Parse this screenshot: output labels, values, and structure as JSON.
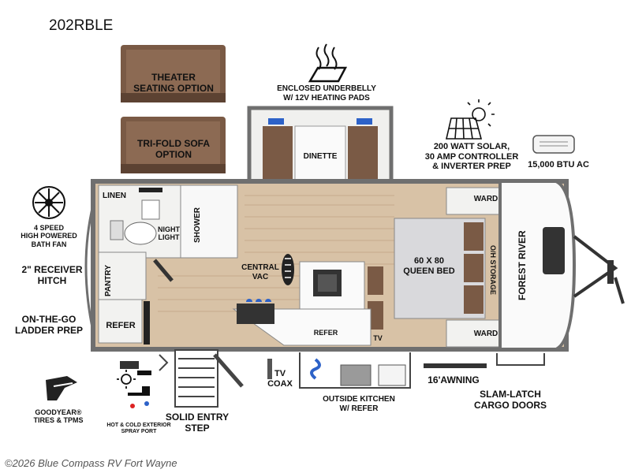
{
  "model": "202RBLE",
  "labels": {
    "theater_seating": "THEATER\nSEATING OPTION",
    "trifold_sofa": "TRI-FOLD SOFA\nOPTION",
    "underbelly": "ENCLOSED UNDERBELLY\nW/ 12V HEATING PADS",
    "dinette": "DINETTE",
    "solar": "200 WATT SOLAR,\n30 AMP CONTROLLER\n& INVERTER PREP",
    "ac": "15,000 BTU AC",
    "bath_fan": "4 SPEED\nHIGH POWERED\nBATH FAN",
    "linen": "LINEN",
    "night_light": "NIGHT\nLIGHT",
    "shower": "SHOWER",
    "ward_top": "WARD",
    "ward_bottom": "WARD",
    "receiver_hitch": "2\" RECEIVER\nHITCH",
    "pantry": "PANTRY",
    "central_vac": "CENTRAL\nVAC",
    "queen_bed": "60 X 80\nQUEEN BED",
    "oh_storage": "O/H STORAGE",
    "ladder_prep": "ON-THE-GO\nLADDER PREP",
    "refer_rear": "REFER",
    "refer_galley": "REFER",
    "tv_interior": "TV",
    "brand_badge": "FOREST RIVER",
    "tv_coax": "TV\nCOAX",
    "awning": "16'AWNING",
    "slam_latch": "SLAM-LATCH\nCARGO DOORS",
    "goodyear": "GOODYEAR®\nTIRES & TPMS",
    "spray_port": "HOT & COLD EXTERIOR\nSPRAY PORT",
    "solid_entry": "SOLID ENTRY\nSTEP",
    "outside_kitchen": "OUTSIDE KITCHEN\nW/ REFER"
  },
  "copyright": "©2026 Blue Compass RV Fort Wayne",
  "colors": {
    "floor": "#d8c2a6",
    "cabinet": "#f2f2f0",
    "wall": "#6f6f6f",
    "sofa": "#7a5a45",
    "bed": "#d9d9dc",
    "front_cap": "#fafafa"
  },
  "icons": [
    "heat-icon",
    "solar-panel-icon",
    "ac-unit-icon",
    "fan-icon",
    "shoe-icon",
    "tire-icon",
    "spray-port-icon",
    "faucet-icon"
  ]
}
